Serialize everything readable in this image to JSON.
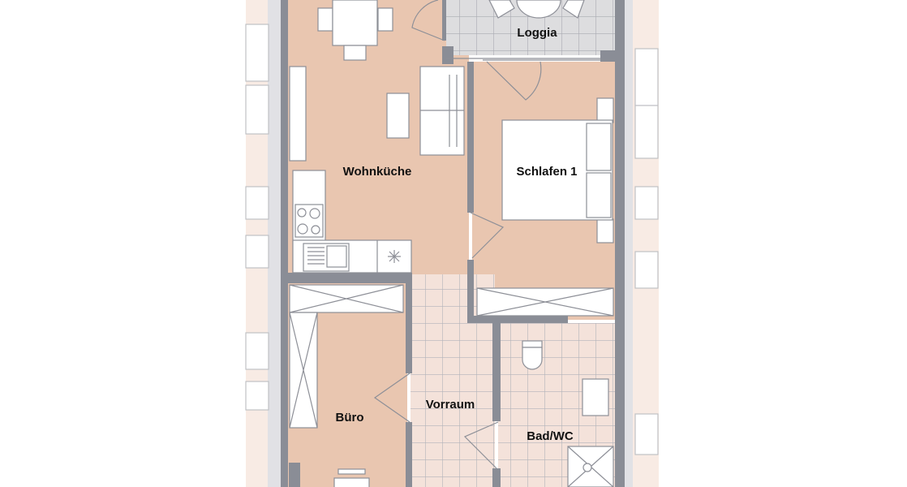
{
  "plan": {
    "rooms": [
      {
        "id": "wohnkueche",
        "label": "Wohnküche"
      },
      {
        "id": "loggia",
        "label": "Loggia"
      },
      {
        "id": "schlafen",
        "label": "Schlafen 1"
      },
      {
        "id": "buero",
        "label": "Büro"
      },
      {
        "id": "vorraum",
        "label": "Vorraum"
      },
      {
        "id": "bad",
        "label": "Bad/WC"
      }
    ],
    "colors": {
      "room_fill": "#e9c6b0",
      "tile_fill": "#f4e2da",
      "loggia_fill": "#dddddf",
      "wall": "#8a8d96",
      "neighbor": "#f7ebe4"
    }
  }
}
